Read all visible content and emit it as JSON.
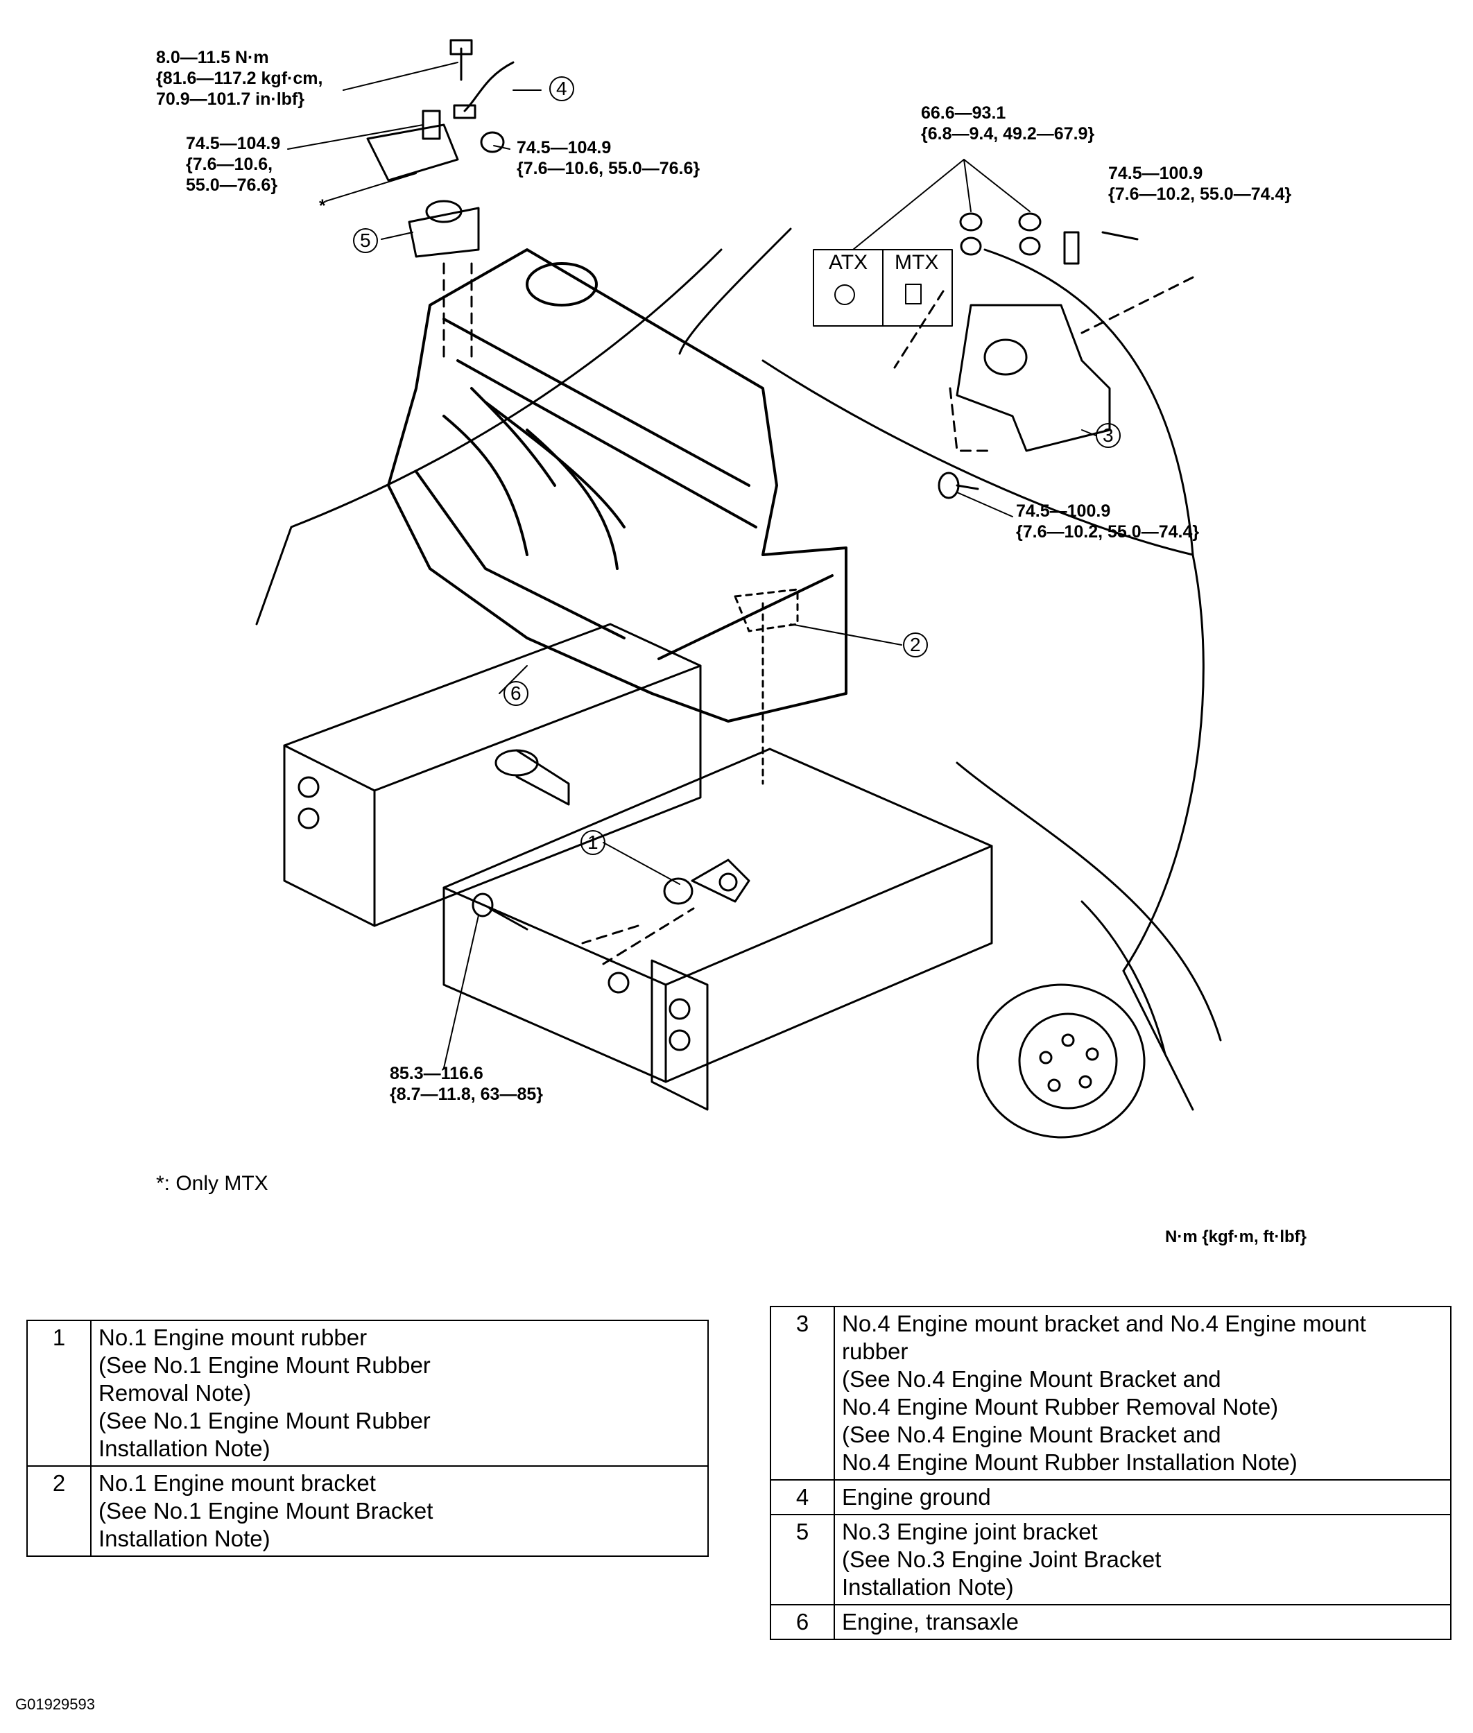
{
  "torque_specs": {
    "ground_bolt": [
      "8.0—11.5 N·m",
      "{81.6—117.2 kgf·cm,",
      "70.9—101.7 in·lbf}"
    ],
    "bracket_bolt_left": [
      "74.5—104.9",
      "{7.6—10.6,",
      "55.0—76.6}"
    ],
    "bracket_nut": [
      "74.5—104.9",
      "{7.6—10.6, 55.0—76.6}"
    ],
    "mount_nuts": [
      "66.6—93.1",
      "{6.8—9.4, 49.2—67.9}"
    ],
    "mount_bolt_upper": [
      "74.5—100.9",
      "{7.6—10.2, 55.0—74.4}"
    ],
    "mount_bolt_lower": [
      "74.5—100.9",
      "{7.6—10.2, 55.0—74.4}"
    ],
    "crossmember_bolt": [
      "85.3—116.6",
      "{8.7—11.8, 63—85}"
    ]
  },
  "asterisk": "*",
  "atx_label": "ATX",
  "mtx_label": "MTX",
  "callouts": [
    "1",
    "2",
    "3",
    "4",
    "5",
    "6"
  ],
  "footnote": "*: Only MTX",
  "units_note": "N·m {kgf·m, ft·lbf}",
  "parts_left": [
    {
      "num": "1",
      "lines": [
        "No.1 Engine mount rubber",
        "(See No.1 Engine Mount Rubber",
        "Removal Note)",
        "(See No.1 Engine Mount Rubber",
        "Installation Note)"
      ]
    },
    {
      "num": "2",
      "lines": [
        "No.1 Engine mount bracket",
        "(See No.1 Engine Mount Bracket",
        "Installation Note)"
      ]
    }
  ],
  "parts_right": [
    {
      "num": "3",
      "lines": [
        "No.4 Engine mount bracket and No.4 Engine mount",
        "rubber",
        "(See No.4 Engine Mount Bracket and",
        "No.4 Engine Mount Rubber Removal Note)",
        "(See No.4 Engine Mount Bracket and",
        "No.4 Engine Mount Rubber Installation Note)"
      ]
    },
    {
      "num": "4",
      "lines": [
        "Engine ground"
      ]
    },
    {
      "num": "5",
      "lines": [
        "No.3 Engine joint bracket",
        "(See No.3 Engine Joint Bracket",
        "Installation Note)"
      ]
    },
    {
      "num": "6",
      "lines": [
        "Engine, transaxle"
      ]
    }
  ],
  "figure_id": "G01929593"
}
